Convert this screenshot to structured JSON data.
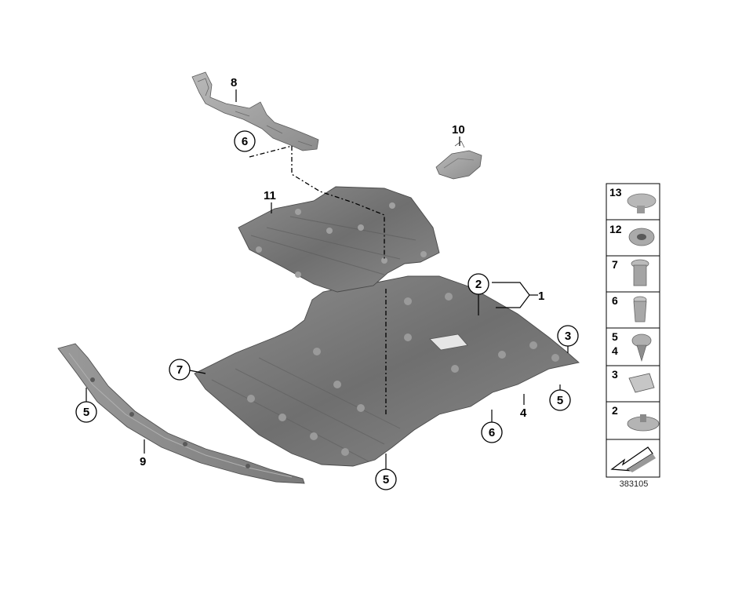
{
  "callouts": {
    "c1": "1",
    "c2": "2",
    "c3": "3",
    "c4": "4",
    "c5a": "5",
    "c5b": "5",
    "c5c": "5",
    "c6a": "6",
    "c6b": "6",
    "c7": "7",
    "c8": "8",
    "c9": "9",
    "c10": "10",
    "c11": "11"
  },
  "legend": {
    "items": [
      "13",
      "12",
      "7",
      "6",
      "5",
      "4",
      "3",
      "2"
    ],
    "ref_number": "383105"
  }
}
